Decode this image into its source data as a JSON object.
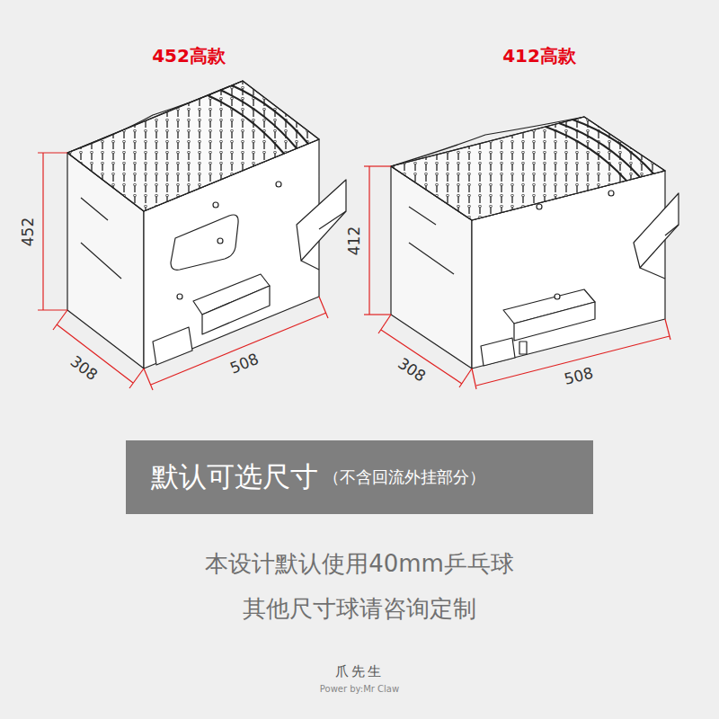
{
  "diagram": {
    "nodes": [
      {
        "text": [
          "默认可选尺寸",
          "（不含回流外挂部分）"
        ]
      }
    ],
    "labels": [
      "452高款",
      "412高款",
      "452",
      "308",
      "508",
      "412",
      "308",
      "508",
      "本设计默认使用40mm乒乓球",
      "其他尺寸球请咨询定制",
      "爪先生",
      "Power by:Mr Claw"
    ]
  }
}
